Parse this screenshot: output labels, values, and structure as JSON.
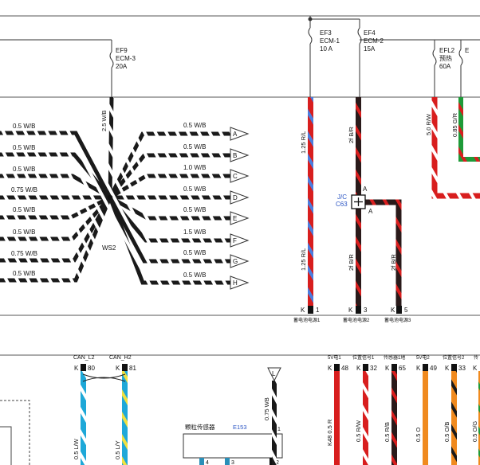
{
  "fuses": [
    {
      "id": "EF9",
      "name": "ECM-3",
      "rating": "20A"
    },
    {
      "id": "EF3",
      "name": "ECM-1",
      "rating": "10 A"
    },
    {
      "id": "EF4",
      "name": "ECM-2",
      "rating": "15A"
    },
    {
      "id": "EFL2",
      "name": "预热",
      "rating": "60A"
    }
  ],
  "left_wires": [
    "0.5 W/B",
    "0.5 W/B",
    "0.5 W/B",
    "0.75 W/B",
    "0.5 W/B",
    "0.5 W/B",
    "0.75 W/B",
    "0.5 W/B"
  ],
  "right_wires": [
    {
      "label": "0.5 W/B",
      "pin": "A"
    },
    {
      "label": "0.5 W/B",
      "pin": "B"
    },
    {
      "label": "1.0 W/B",
      "pin": "C"
    },
    {
      "label": "0.5 W/B",
      "pin": "D"
    },
    {
      "label": "0.5 W/B",
      "pin": "E"
    },
    {
      "label": "1.5 W/B",
      "pin": "F"
    },
    {
      "label": "0.5 W/B",
      "pin": "G"
    },
    {
      "label": "0.5 W/B",
      "pin": "H"
    }
  ],
  "splice": {
    "id": "WS2",
    "feed_label": "2.5 W/B"
  },
  "power_wires": {
    "w1_top": "1.25 R/L",
    "w1_bottom": "1.25 R/L",
    "w2_top": "2f B/R",
    "w2_bottom": "2f B/R",
    "w3_bottom": "2f B/R",
    "w4": "5.0 R/W",
    "w5": "0.85 G/R"
  },
  "junction": {
    "name": "J/C",
    "id": "C63",
    "pin_top": "A",
    "pin_bottom": "A"
  },
  "top_pins": [
    {
      "conn": "K",
      "num": "1",
      "label": "蓄电池电源1"
    },
    {
      "conn": "K",
      "num": "3",
      "label": "蓄电池电源2"
    },
    {
      "conn": "K",
      "num": "5",
      "label": "蓄电池电源3"
    }
  ],
  "can": [
    {
      "label": "CAN_L2",
      "conn": "K",
      "num": "80",
      "wire": "0.5 L/W"
    },
    {
      "label": "CAN_H2",
      "conn": "K",
      "num": "81",
      "wire": "0.5 L/Y"
    }
  ],
  "sensor": {
    "name": "颗粒传感器",
    "id": "E153",
    "pin_right": "1",
    "pins": [
      "4",
      "3",
      "2"
    ]
  },
  "ground_symbol": {
    "letter": "L",
    "wire": "0.75 WB"
  },
  "bottom_right": {
    "header": [
      "5V电1",
      "位置信号1",
      "传感器1地",
      "5V电2",
      "位置信号2",
      "传"
    ],
    "pins": [
      {
        "conn": "K",
        "num": "48"
      },
      {
        "conn": "K",
        "num": "32"
      },
      {
        "conn": "K",
        "num": "65"
      },
      {
        "conn": "K",
        "num": "49"
      },
      {
        "conn": "K",
        "num": "33"
      },
      {
        "conn": "K",
        "num": ""
      }
    ],
    "wires": [
      "K48 0.5 R",
      "0.5 R/W",
      "0.5 R/B",
      "0.5 O",
      "0.5 O/B",
      "0.5 O/G"
    ]
  },
  "colors": {
    "wire_black": "#1a1a1a",
    "wire_red": "#d81e1e",
    "wire_dark": "#2a1a1a",
    "wire_green": "#1e9a38",
    "wire_orange": "#f08a1e",
    "wire_cyan": "#1ea8d8",
    "stripe_blue": "#4a7ee0",
    "stripe_white": "#ffffff",
    "stripe_yellow": "#f0e040",
    "accent_blue": "#2b55c4"
  }
}
